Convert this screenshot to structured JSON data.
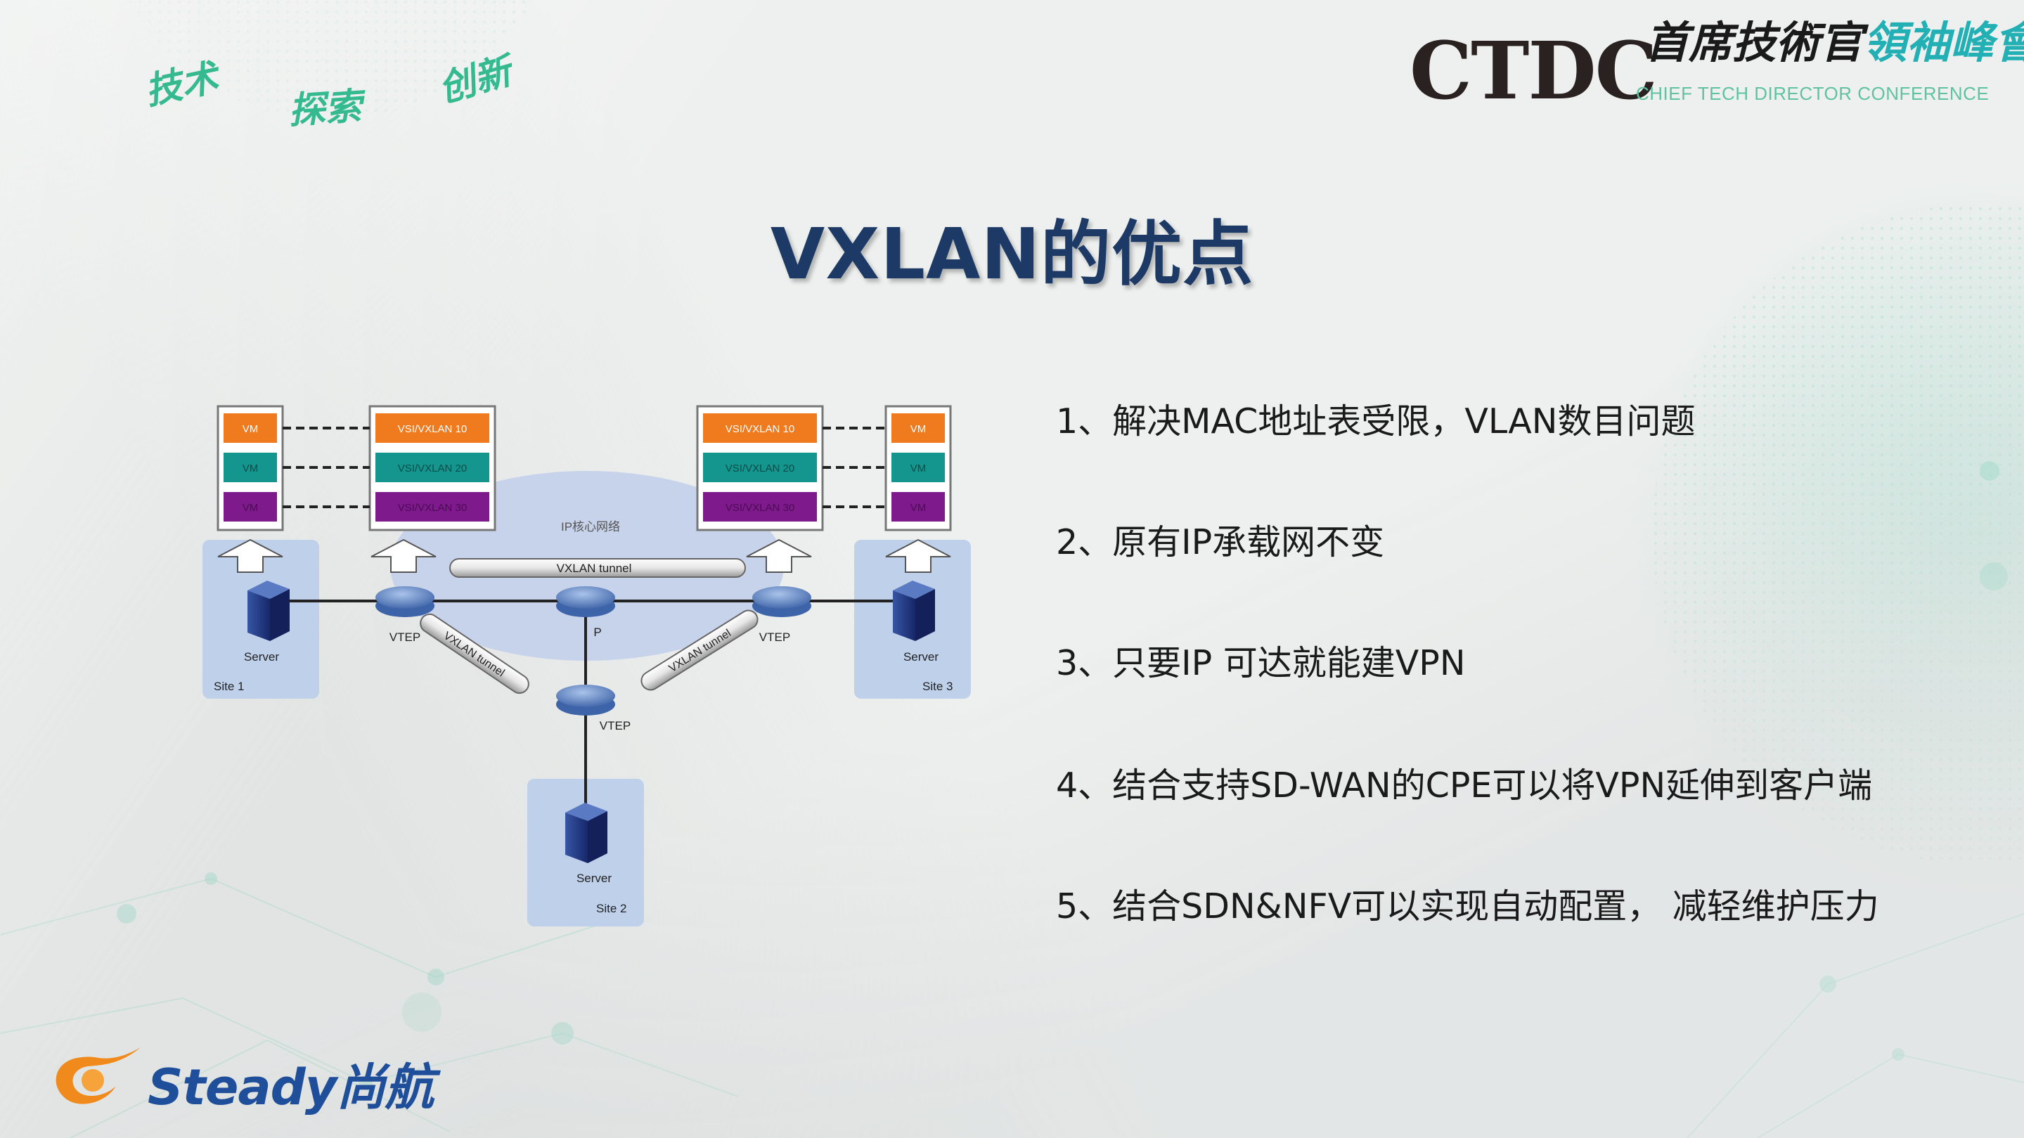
{
  "header": {
    "motto": [
      "技术",
      "探索",
      "创新"
    ],
    "ctdc_logo": {
      "abbr": "CTDC",
      "cn_main": "首席技術官",
      "cn_accent": "領袖峰會",
      "en": "CHIEF TECH DIRECTOR CONFERENCE"
    }
  },
  "title": "VXLAN的优点",
  "points": [
    "1、解决MAC地址表受限，VLAN数目问题",
    "2、原有IP承载网不变",
    "3、只要IP 可达就能建VPN",
    "4、结合支持SD-WAN的CPE可以将VPN延伸到客户端",
    "5、结合SDN&NFV可以实现自动配置， 减轻维护压力"
  ],
  "diagram": {
    "vm_label": "VM",
    "vsi_rows_left": [
      "VSI/VXLAN 10",
      "VSI/VXLAN 20",
      "VSI/VXLAN 30"
    ],
    "vsi_rows_right": [
      "VSI/VXLAN 10",
      "VSI/VXLAN 20",
      "VSI/VXLAN 30"
    ],
    "core_label": "IP核心网络",
    "tunnel_label": "VXLAN tunnel",
    "vtep_label": "VTEP",
    "p_label": "P",
    "server_label": "Server",
    "sites": [
      "Site 1",
      "Site 2",
      "Site 3"
    ]
  },
  "brand": {
    "name": "Steady尚航"
  },
  "colors": {
    "vm_orange": "#f07a1e",
    "vm_teal": "#14958e",
    "vm_purple": "#7f1a8c",
    "title_navy": "#1d3a66",
    "accent_green": "#35b98e",
    "site_blue": "#bfd0ea",
    "cloud_blue": "#c7d3ea"
  }
}
